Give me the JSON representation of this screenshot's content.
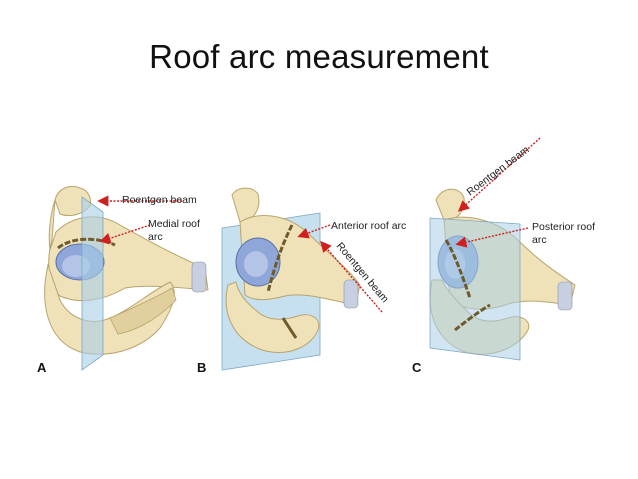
{
  "slide": {
    "title": "Roof arc measurement"
  },
  "panels": [
    {
      "letter": "A",
      "labels": [
        "Roentgen beam",
        "Medial roof",
        "arc"
      ]
    },
    {
      "letter": "B",
      "labels": [
        "Anterior roof arc",
        "Roentgen beam"
      ]
    },
    {
      "letter": "C",
      "labels": [
        "Roentgen beam",
        "Posterior roof",
        "arc"
      ]
    }
  ],
  "colors": {
    "bone": "#efe2b9",
    "bone_shade": "#d4c08e",
    "cartilage": "#8fa6d8",
    "plane": "#a9cfe6",
    "arrow": "#d01f1f"
  }
}
